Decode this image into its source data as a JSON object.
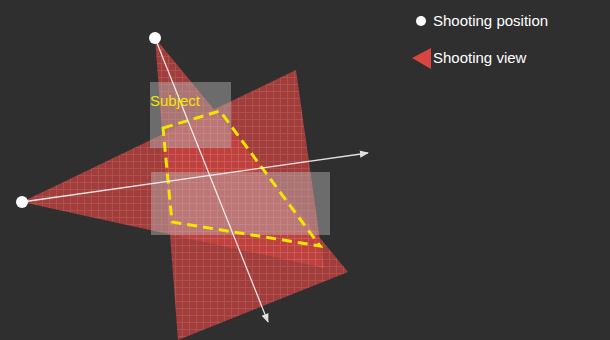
{
  "diagram": {
    "labels": [
      "Subject"
    ],
    "legend": [
      {
        "text": "Shooting position"
      },
      {
        "text": "Shooting view"
      }
    ]
  }
}
